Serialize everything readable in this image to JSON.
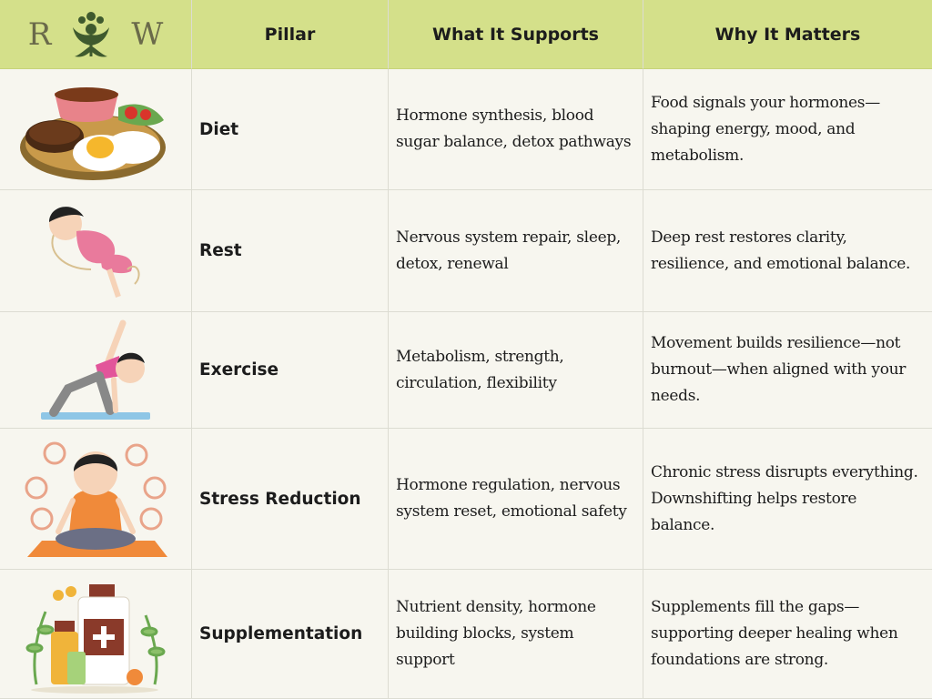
{
  "header": {
    "logo_left": "R",
    "logo_right": "W",
    "col_pillar": "Pillar",
    "col_supports": "What It Supports",
    "col_matters": "Why It Matters"
  },
  "rows": [
    {
      "image_icon": "meal-plate-icon",
      "pillar": "Diet",
      "supports": "Hormone synthesis, blood sugar balance, detox pathways",
      "matters": "Food signals your hormones—shaping energy, mood, and metabolism."
    },
    {
      "image_icon": "sleeping-person-icon",
      "pillar": "Rest",
      "supports": "Nervous system repair, sleep, detox, renewal",
      "matters": "Deep rest restores clarity, resilience, and emotional balance."
    },
    {
      "image_icon": "yoga-stretch-icon",
      "pillar": "Exercise",
      "supports": "Metabolism, strength, circulation, flexibility",
      "matters": "Movement builds resilience—not burnout—when aligned with your needs."
    },
    {
      "image_icon": "meditation-icon",
      "pillar": "Stress Reduction",
      "supports": "Hormone regulation, nervous system reset, emotional safety",
      "matters": "Chronic stress disrupts everything. Downshifting helps restore balance."
    },
    {
      "image_icon": "supplement-bottles-icon",
      "pillar": "Supplementation",
      "supports": "Nutrient density, hormone building blocks, system support",
      "matters": "Supplements fill the gaps—supporting deeper healing when foundations are strong."
    }
  ],
  "colors": {
    "header_bg": "#d4e08a",
    "page_bg": "#f7f6ef",
    "border": "#dcdcd2"
  }
}
